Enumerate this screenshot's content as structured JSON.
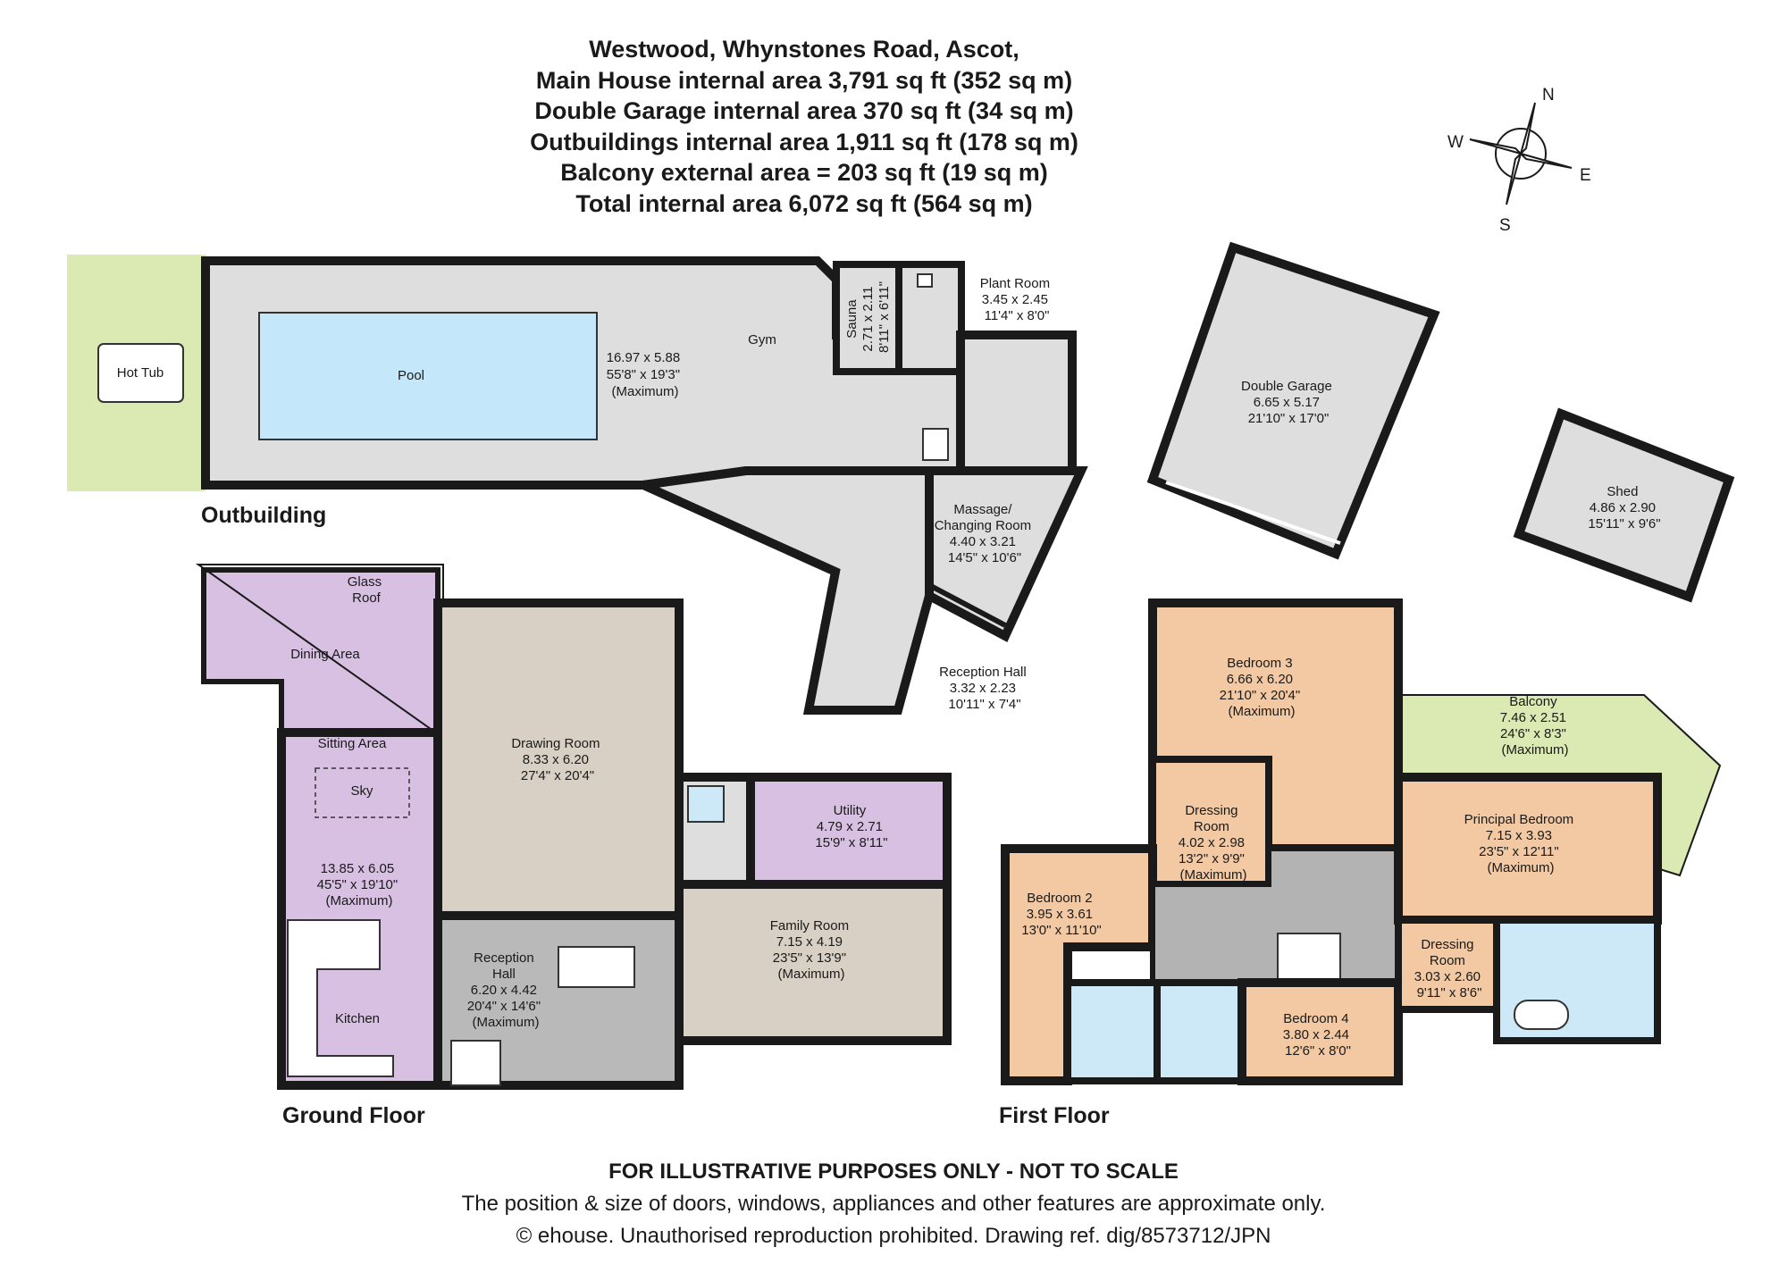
{
  "header": {
    "lines": [
      "Westwood, Whynstones Road, Ascot,",
      "Main House internal area 3,791 sq ft (352 sq m)",
      "Double Garage internal area 370 sq ft (34 sq m)",
      "Outbuildings internal area 1,911 sq ft (178 sq m)",
      "Balcony external area = 203 sq ft (19 sq m)",
      "Total internal area 6,072 sq ft (564 sq m)"
    ]
  },
  "compass": {
    "n": "N",
    "e": "E",
    "s": "S",
    "w": "W"
  },
  "sections": {
    "outbuilding": "Outbuilding",
    "ground_floor": "Ground Floor",
    "first_floor": "First Floor"
  },
  "rooms": {
    "hot_tub": [
      "Hot Tub"
    ],
    "pool": [
      "Pool"
    ],
    "gym": [
      "Gym"
    ],
    "gym_size": [
      "16.97 x 5.88",
      "55'8\" x 19'3\"",
      "(Maximum)"
    ],
    "sauna": [
      "Sauna",
      "2.71 x 2.11",
      "8'11\" x 6'11\""
    ],
    "plant_room": [
      "Plant Room",
      "3.45 x 2.45",
      "11'4\" x 8'0\""
    ],
    "massage": [
      "Massage/",
      "Changing Room",
      "4.40 x 3.21",
      "14'5\" x 10'6\""
    ],
    "reception_hall_out": [
      "Reception Hall",
      "3.32 x 2.23",
      "10'11\" x 7'4\""
    ],
    "double_garage": [
      "Double Garage",
      "6.65 x 5.17",
      "21'10\" x 17'0\""
    ],
    "shed": [
      "Shed",
      "4.86 x 2.90",
      "15'11\" x 9'6\""
    ],
    "glass_roof": [
      "Glass",
      "Roof"
    ],
    "dining_area": [
      "Dining Area"
    ],
    "sitting_area": [
      "Sitting Area"
    ],
    "sky": [
      "Sky"
    ],
    "kitchen_size": [
      "13.85 x 6.05",
      "45'5\" x 19'10\"",
      "(Maximum)"
    ],
    "kitchen": [
      "Kitchen"
    ],
    "drawing_room": [
      "Drawing Room",
      "8.33 x 6.20",
      "27'4\" x 20'4\""
    ],
    "reception_hall": [
      "Reception",
      "Hall",
      "6.20 x 4.42",
      "20'4\" x 14'6\"",
      "(Maximum)"
    ],
    "utility": [
      "Utility",
      "4.79 x 2.71",
      "15'9\" x 8'11\""
    ],
    "family_room": [
      "Family Room",
      "7.15 x 4.19",
      "23'5\" x 13'9\"",
      "(Maximum)"
    ],
    "bedroom3": [
      "Bedroom 3",
      "6.66 x 6.20",
      "21'10\" x 20'4\"",
      "(Maximum)"
    ],
    "balcony": [
      "Balcony",
      "7.46 x 2.51",
      "24'6\" x 8'3\"",
      "(Maximum)"
    ],
    "dressing1": [
      "Dressing",
      "Room",
      "4.02 x 2.98",
      "13'2\" x 9'9\"",
      "(Maximum)"
    ],
    "principal": [
      "Principal Bedroom",
      "7.15 x 3.93",
      "23'5\" x 12'11\"",
      "(Maximum)"
    ],
    "bedroom2": [
      "Bedroom 2",
      "3.95 x 3.61",
      "13'0\" x 11'10\""
    ],
    "dressing2": [
      "Dressing",
      "Room",
      "3.03 x 2.60",
      "9'11\" x 8'6\""
    ],
    "bedroom4": [
      "Bedroom 4",
      "3.80 x 2.44",
      "12'6\" x 8'0\""
    ]
  },
  "footer": {
    "line1": "FOR ILLUSTRATIVE PURPOSES ONLY - NOT TO SCALE",
    "line2": "The position & size of doors, windows, appliances and other features are approximate only.",
    "line3": "© ehouse. Unauthorised reproduction prohibited. Drawing ref. dig/8573712/JPN"
  },
  "colors": {
    "wall": "#1a1a1a",
    "grey_room": "#dedede",
    "hall_grey": "#b9b9b9",
    "pool_blue": "#c4e7fa",
    "deck_green": "#dbe9b2",
    "lilac": "#d8c0e3",
    "beige": "#d8d0c4",
    "peach": "#f2c9a3",
    "bath_blue": "#cde8f7",
    "landing_grey": "#b3b3b3"
  }
}
